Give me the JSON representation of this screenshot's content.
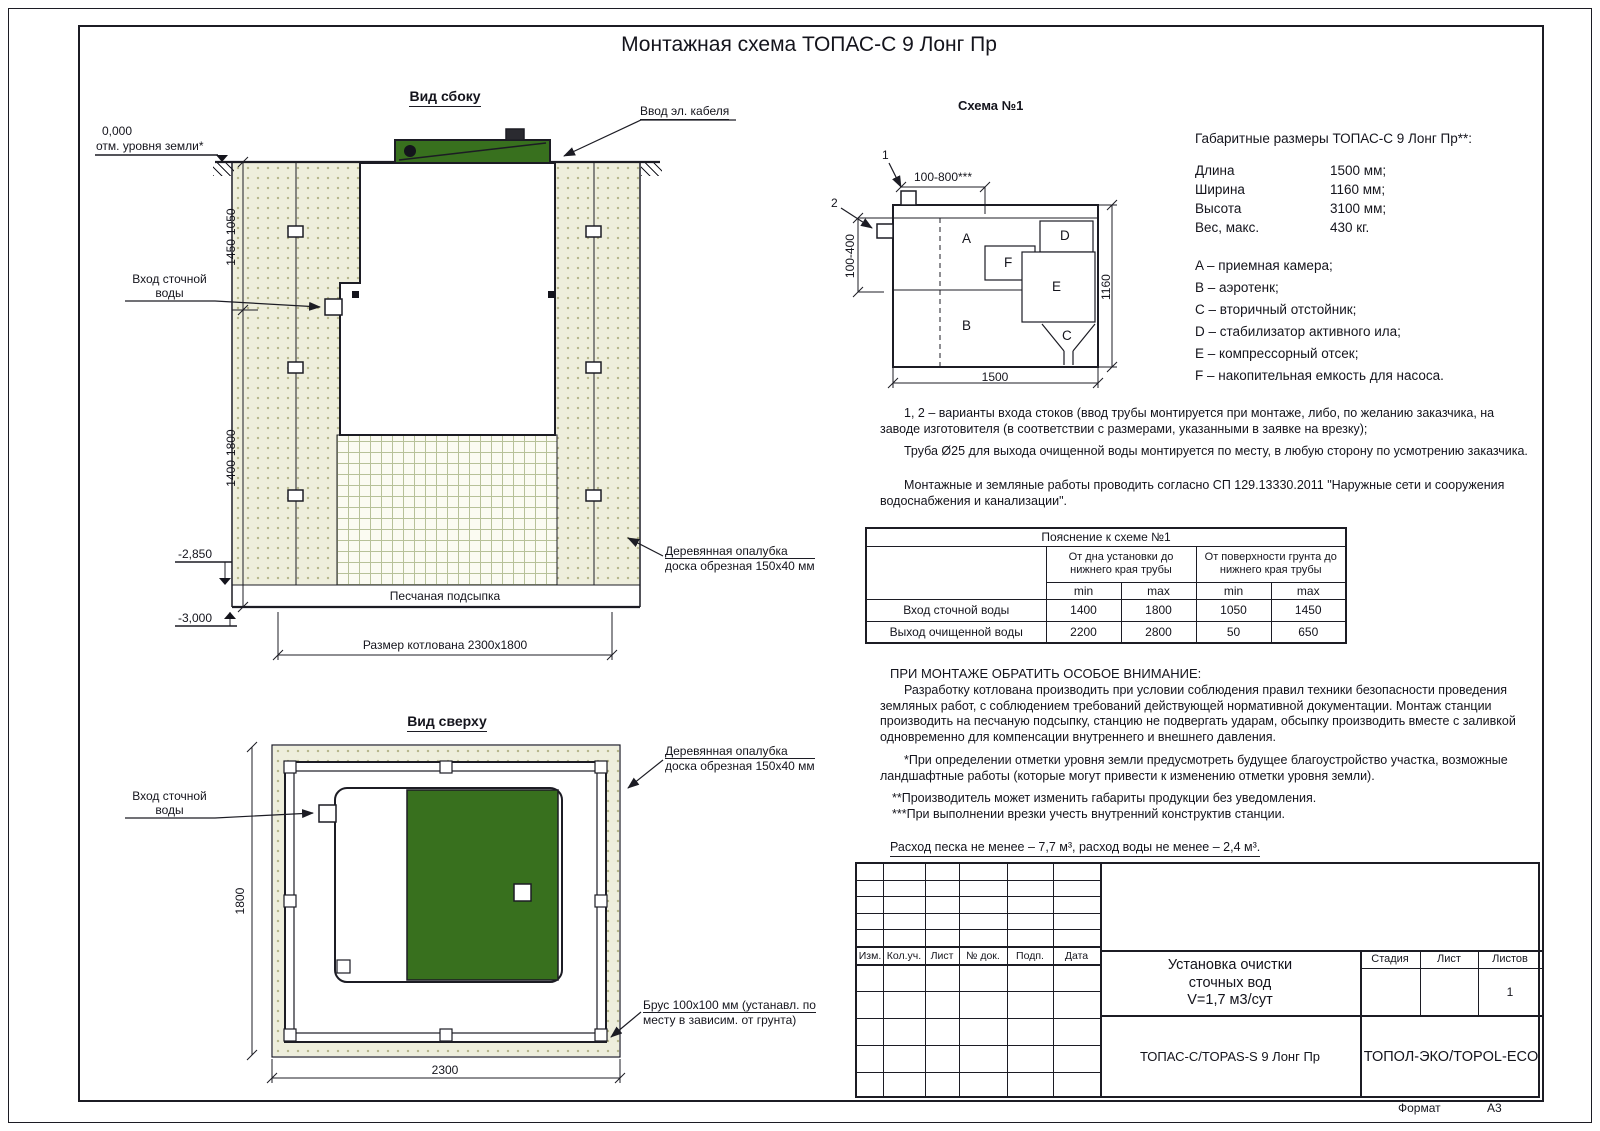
{
  "colors": {
    "line": "#1c1c24",
    "green": "#38701e",
    "sand": "#eeeedc"
  },
  "title": "Монтажная схема ТОПАС-С 9 Лонг Пр",
  "side_view": {
    "label": "Вид сбоку",
    "cable_label": "Ввод эл. кабеля",
    "zero_mark": "0,000",
    "ground_label": "отм. уровня земли*",
    "inlet_line1": "Вход сточной",
    "inlet_line2": "воды",
    "dim_upper": "1450-1050",
    "dim_lower": "1400-1800",
    "mark_2850": "-2,850",
    "mark_3000": "-3,000",
    "sand_label": "Песчаная подсыпка",
    "pit_label": "Размер котлована 2300х1800",
    "formwork_line1": "Деревянная опалубка",
    "formwork_line2": "доска обрезная 150х40 мм"
  },
  "top_view": {
    "label": "Вид сверху",
    "inlet_line1": "Вход сточной",
    "inlet_line2": "воды",
    "dim_height": "1800",
    "dim_width": "2300",
    "formwork_line1": "Деревянная опалубка",
    "formwork_line2": "доска обрезная 150х40 мм",
    "beam_line1": "Брус 100х100 мм (устанавл. по",
    "beam_line2": "месту в зависим. от грунта)"
  },
  "schema": {
    "label": "Схема №1",
    "mark_1": "1",
    "mark_2": "2",
    "dim_top": "100-800***",
    "dim_left": "100-400",
    "dim_bottom": "1500",
    "dim_right": "1160",
    "a": "A",
    "b": "B",
    "c": "C",
    "d": "D",
    "e": "E",
    "f": "F"
  },
  "overall": {
    "title": "Габаритные размеры ТОПАС-С 9 Лонг Пр**:",
    "rows": [
      {
        "name": "Длина",
        "value": "1500 мм;"
      },
      {
        "name": "Ширина",
        "value": "1160 мм;"
      },
      {
        "name": "Высота",
        "value": "3100 мм;"
      },
      {
        "name": "Вес, макс.",
        "value": "430 кг."
      }
    ]
  },
  "legend": [
    "A – приемная камера;",
    "B – аэротенк;",
    "C – вторичный отстойник;",
    "D – стабилизатор активного ила;",
    "E – компрессорный отсек;",
    "F – накопительная емкость для насоса."
  ],
  "notes": {
    "p1": "1, 2 – варианты входа  стоков (ввод трубы монтируется при монтаже, либо, по желанию заказчика, на заводе изготовителя (в соответствии с размерами, указанными в заявке на врезку);",
    "p2": "Труба Ø25 для выхода очищенной воды монтируется по месту, в любую сторону по усмотрению заказчика.",
    "p3": "Монтажные и земляные работы проводить согласно СП 129.13330.2011 \"Наружные сети и сооружения водоснабжения и канализации\"."
  },
  "table": {
    "title": "Пояснение к схеме №1",
    "group1": "От дна установки до нижнего края трубы",
    "group2": "От поверхности грунта до нижнего края трубы",
    "min": "min",
    "max": "max",
    "rows": [
      {
        "name": "Вход сточной воды",
        "c1": "1400",
        "c2": "1800",
        "c3": "1050",
        "c4": "1450"
      },
      {
        "name": "Выход очищенной воды",
        "c1": "2200",
        "c2": "2800",
        "c3": "50",
        "c4": "650"
      }
    ]
  },
  "attention": {
    "title": "ПРИ МОНТАЖЕ ОБРАТИТЬ ОСОБОЕ ВНИМАНИЕ:",
    "p1": "Разработку котлована производить при условии соблюдения правил техники безопасности проведения земляных работ, с соблюдением требований действующей нормативной документации. Монтаж станции производить на песчаную подсыпку, станцию не подвергать ударам, обсыпку производить вместе с заливкой одновременно для компенсации внутреннего и внешнего давления.",
    "p2": "*При определении отметки уровня земли предусмотреть будущее благоустройство участка, возможные ландшафтные работы (которые могут привести к изменению отметки уровня земли).",
    "p3": "**Производитель может изменить габариты продукции без уведомления.",
    "p4": "***При выполнении врезки учесть внутренний конструктив станции.",
    "p5": "Расход песка не менее – 7,7 м³, расход воды не менее – 2,4 м³."
  },
  "titleblock": {
    "cols": [
      "Изм.",
      "Кол.уч.",
      "Лист",
      "№ док.",
      "Подп.",
      "Дата"
    ],
    "product_line1": "Установка очистки",
    "product_line2": "сточных вод",
    "product_line3": "V=1,7 м3/сут",
    "stage": "Стадия",
    "sheet": "Лист",
    "sheets": "Листов",
    "sheets_value": "1",
    "model": "ТОПАС-С/TOPAS-S 9 Лонг Пр",
    "company": "ТОПОЛ-ЭКО/TOPOL-ECO",
    "format_label": "Формат",
    "format_value": "А3"
  }
}
